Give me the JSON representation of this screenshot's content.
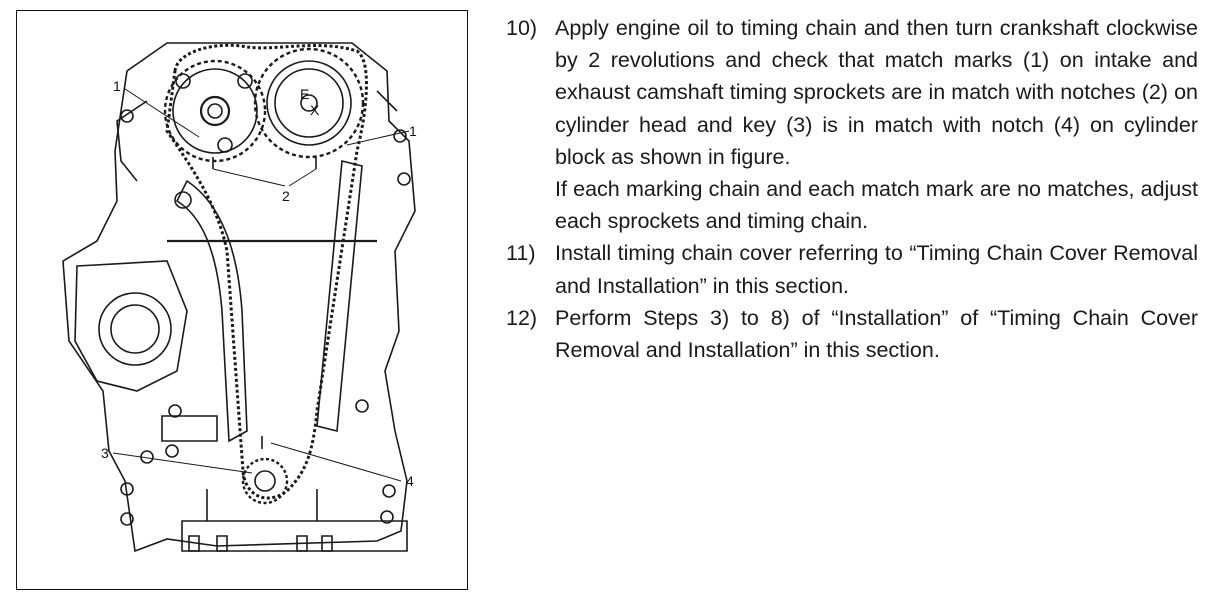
{
  "figure": {
    "callouts": [
      "1",
      "1",
      "2",
      "3",
      "4"
    ],
    "sprocket_marks": [
      "E",
      "X"
    ]
  },
  "steps": [
    {
      "number": "10)",
      "paragraphs": [
        "Apply engine oil to timing chain and then turn crankshaft clockwise by 2 revolutions and check that match marks (1) on intake and exhaust camshaft timing sprockets are in match with notches (2) on cylinder head and key (3) is in match with notch (4) on cylinder block as shown in figure.",
        "If each marking chain and each match mark are no matches, adjust each sprockets and timing chain."
      ]
    },
    {
      "number": "11)",
      "paragraphs": [
        "Install timing chain cover referring to “Timing Chain Cover Removal and Installation” in this section."
      ]
    },
    {
      "number": "12)",
      "paragraphs": [
        "Perform Steps 3) to 8) of “Installation” of “Timing Chain Cover Removal and Installation” in this section."
      ]
    }
  ]
}
